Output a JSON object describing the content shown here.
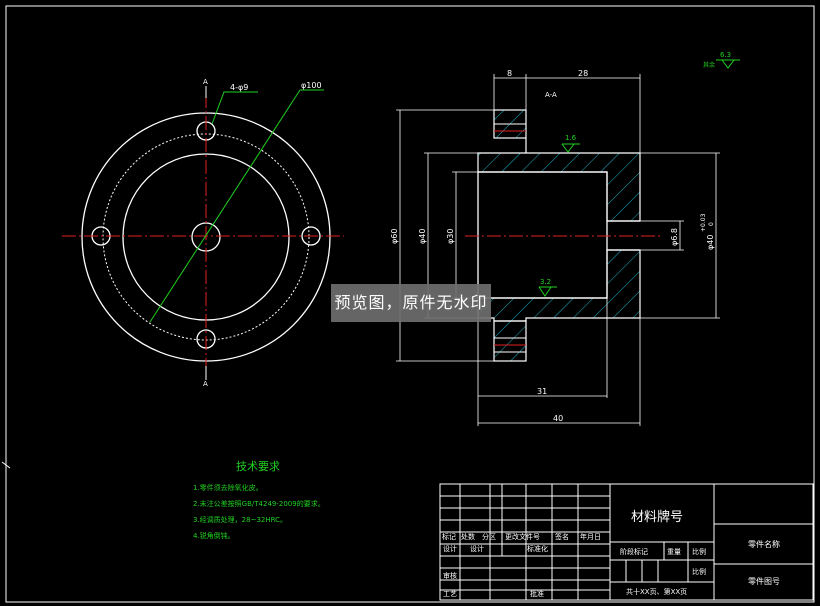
{
  "left_view": {
    "section_mark_top": "A",
    "section_mark_bottom": "A",
    "hole_callout": "4-φ9",
    "diameter_callout": "φ100"
  },
  "section_view": {
    "title": "A-A",
    "dims": {
      "flange_width": "8",
      "body_width": "28",
      "inner_length": "31",
      "total_length": "40",
      "d60": "φ60",
      "d40": "φ40",
      "d30": "φ30",
      "d6_8": "φ6.8",
      "d40_tol_upper": "+0.03",
      "d40_tol_lower": "0",
      "d40_label": "φ40"
    },
    "roughness_top": "1.6",
    "roughness_bottom": "3.2"
  },
  "roughness_general": {
    "value": "6.3",
    "label": "其余"
  },
  "tech_requirements": {
    "title": "技术要求",
    "items": [
      "1.零件须去除氧化皮。",
      "2.未注公差按照GB/T4249-2009的要求。",
      "3.经调质处理，28~32HRC。",
      "4.锐角倒钝。"
    ]
  },
  "title_block": {
    "material": "材料牌号",
    "part_name": "零件名称",
    "drawing_no": "零件图号",
    "row_labels": [
      "标记",
      "处数",
      "分区",
      "更改文件号",
      "签名",
      "年月日"
    ],
    "design": "设计",
    "design2": "设计",
    "standardize": "标准化",
    "stage_mark": "阶段标记",
    "weight": "重量",
    "scale": "比例",
    "scale2": "比例",
    "review": "审核",
    "process": "工艺",
    "approve": "批准",
    "sheets": "共十XX页、第XX页"
  },
  "watermark": "预览图，原件无水印"
}
